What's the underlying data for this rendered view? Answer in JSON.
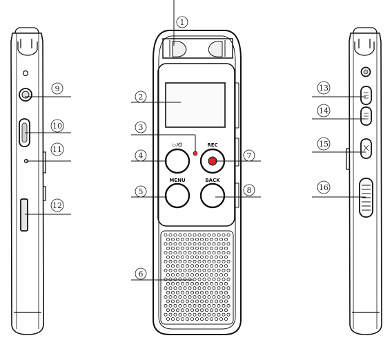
{
  "callouts": [
    "1",
    "2",
    "3",
    "4",
    "5",
    "6",
    "7",
    "8",
    "9",
    "10",
    "11",
    "12",
    "13",
    "14",
    "15",
    "16"
  ],
  "buttons": {
    "play": "▷/⏻",
    "rec": "REC",
    "menu": "MENU",
    "back": "BACK"
  },
  "colors": {
    "rec_button": "#d7242b",
    "led": "#e0343a",
    "outline": "#111111"
  }
}
